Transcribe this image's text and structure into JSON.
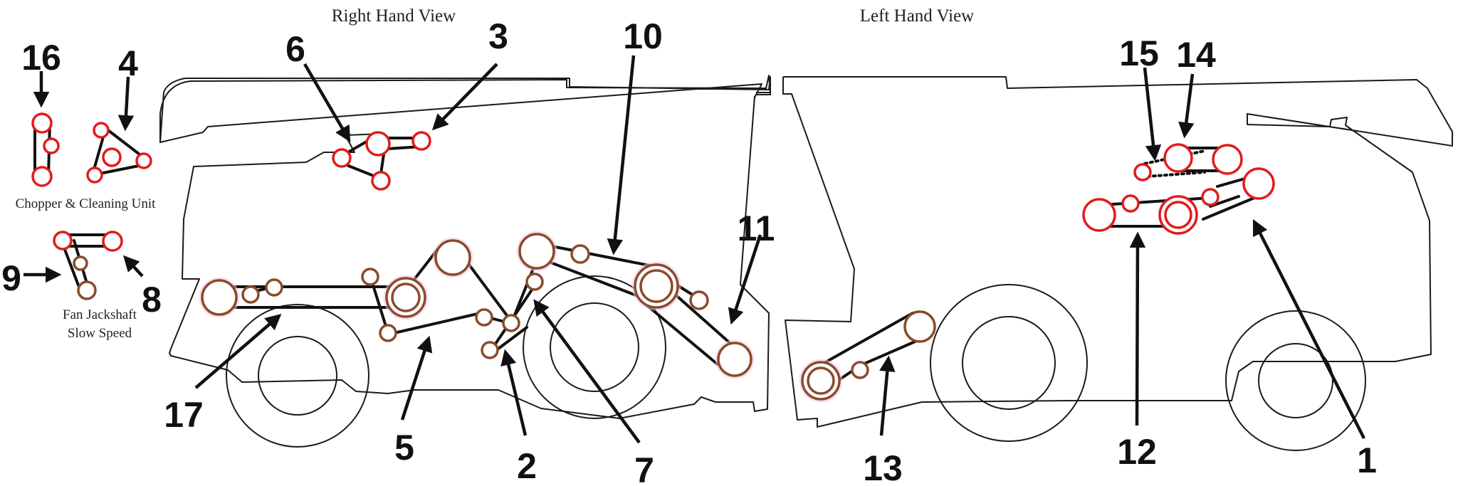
{
  "views": {
    "right": "Right Hand View",
    "left": "Left Hand View"
  },
  "captions": {
    "chopper": "Chopper & Cleaning Unit",
    "fan_line1": "Fan Jackshaft",
    "fan_line2": "Slow Speed"
  },
  "callouts": {
    "c1": "1",
    "c2": "2",
    "c3": "3",
    "c4": "4",
    "c5": "5",
    "c6": "6",
    "c7": "7",
    "c8": "8",
    "c9": "9",
    "c10": "10",
    "c11": "11",
    "c12": "12",
    "c13": "13",
    "c14": "14",
    "c15": "15",
    "c16": "16",
    "c17": "17"
  },
  "colors": {
    "pulley_red": "#e21b1b",
    "pulley_brown": "#8b4a2b",
    "belt": "#111111"
  }
}
